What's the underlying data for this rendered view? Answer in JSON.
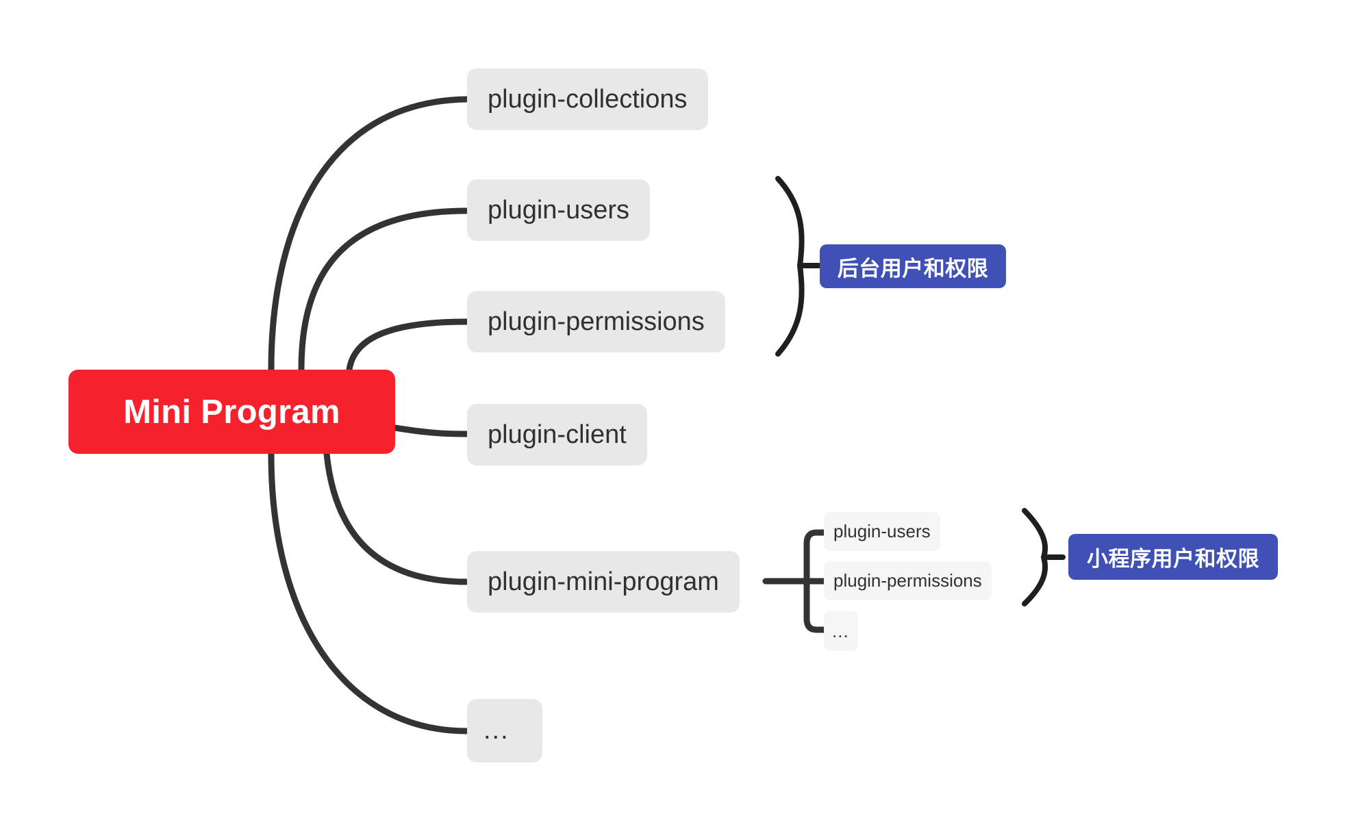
{
  "diagram": {
    "type": "mindmap",
    "background_color": "#ffffff",
    "root": {
      "label": "Mini Program",
      "color": "#F5222D",
      "text_color": "#ffffff"
    },
    "node_color": "#E8E8E8",
    "subnode_color": "#F5F5F5",
    "edge_color": "#333333",
    "badge_color": "#3F51B5",
    "children": [
      {
        "id": "plugin-collections",
        "label": "plugin-collections"
      },
      {
        "id": "plugin-users",
        "label": "plugin-users"
      },
      {
        "id": "plugin-permissions",
        "label": "plugin-permissions"
      },
      {
        "id": "plugin-client",
        "label": "plugin-client"
      },
      {
        "id": "plugin-mini-program",
        "label": "plugin-mini-program"
      },
      {
        "id": "more",
        "label": "..."
      }
    ],
    "sub_children": [
      {
        "id": "sub-plugin-users",
        "label": "plugin-users"
      },
      {
        "id": "sub-plugin-permissions",
        "label": "plugin-permissions"
      },
      {
        "id": "sub-more",
        "label": "..."
      }
    ],
    "badges": [
      {
        "id": "backend-users-permissions",
        "label": "后台用户和权限"
      },
      {
        "id": "miniprogram-users-permissions",
        "label": "小程序用户和权限"
      }
    ]
  }
}
